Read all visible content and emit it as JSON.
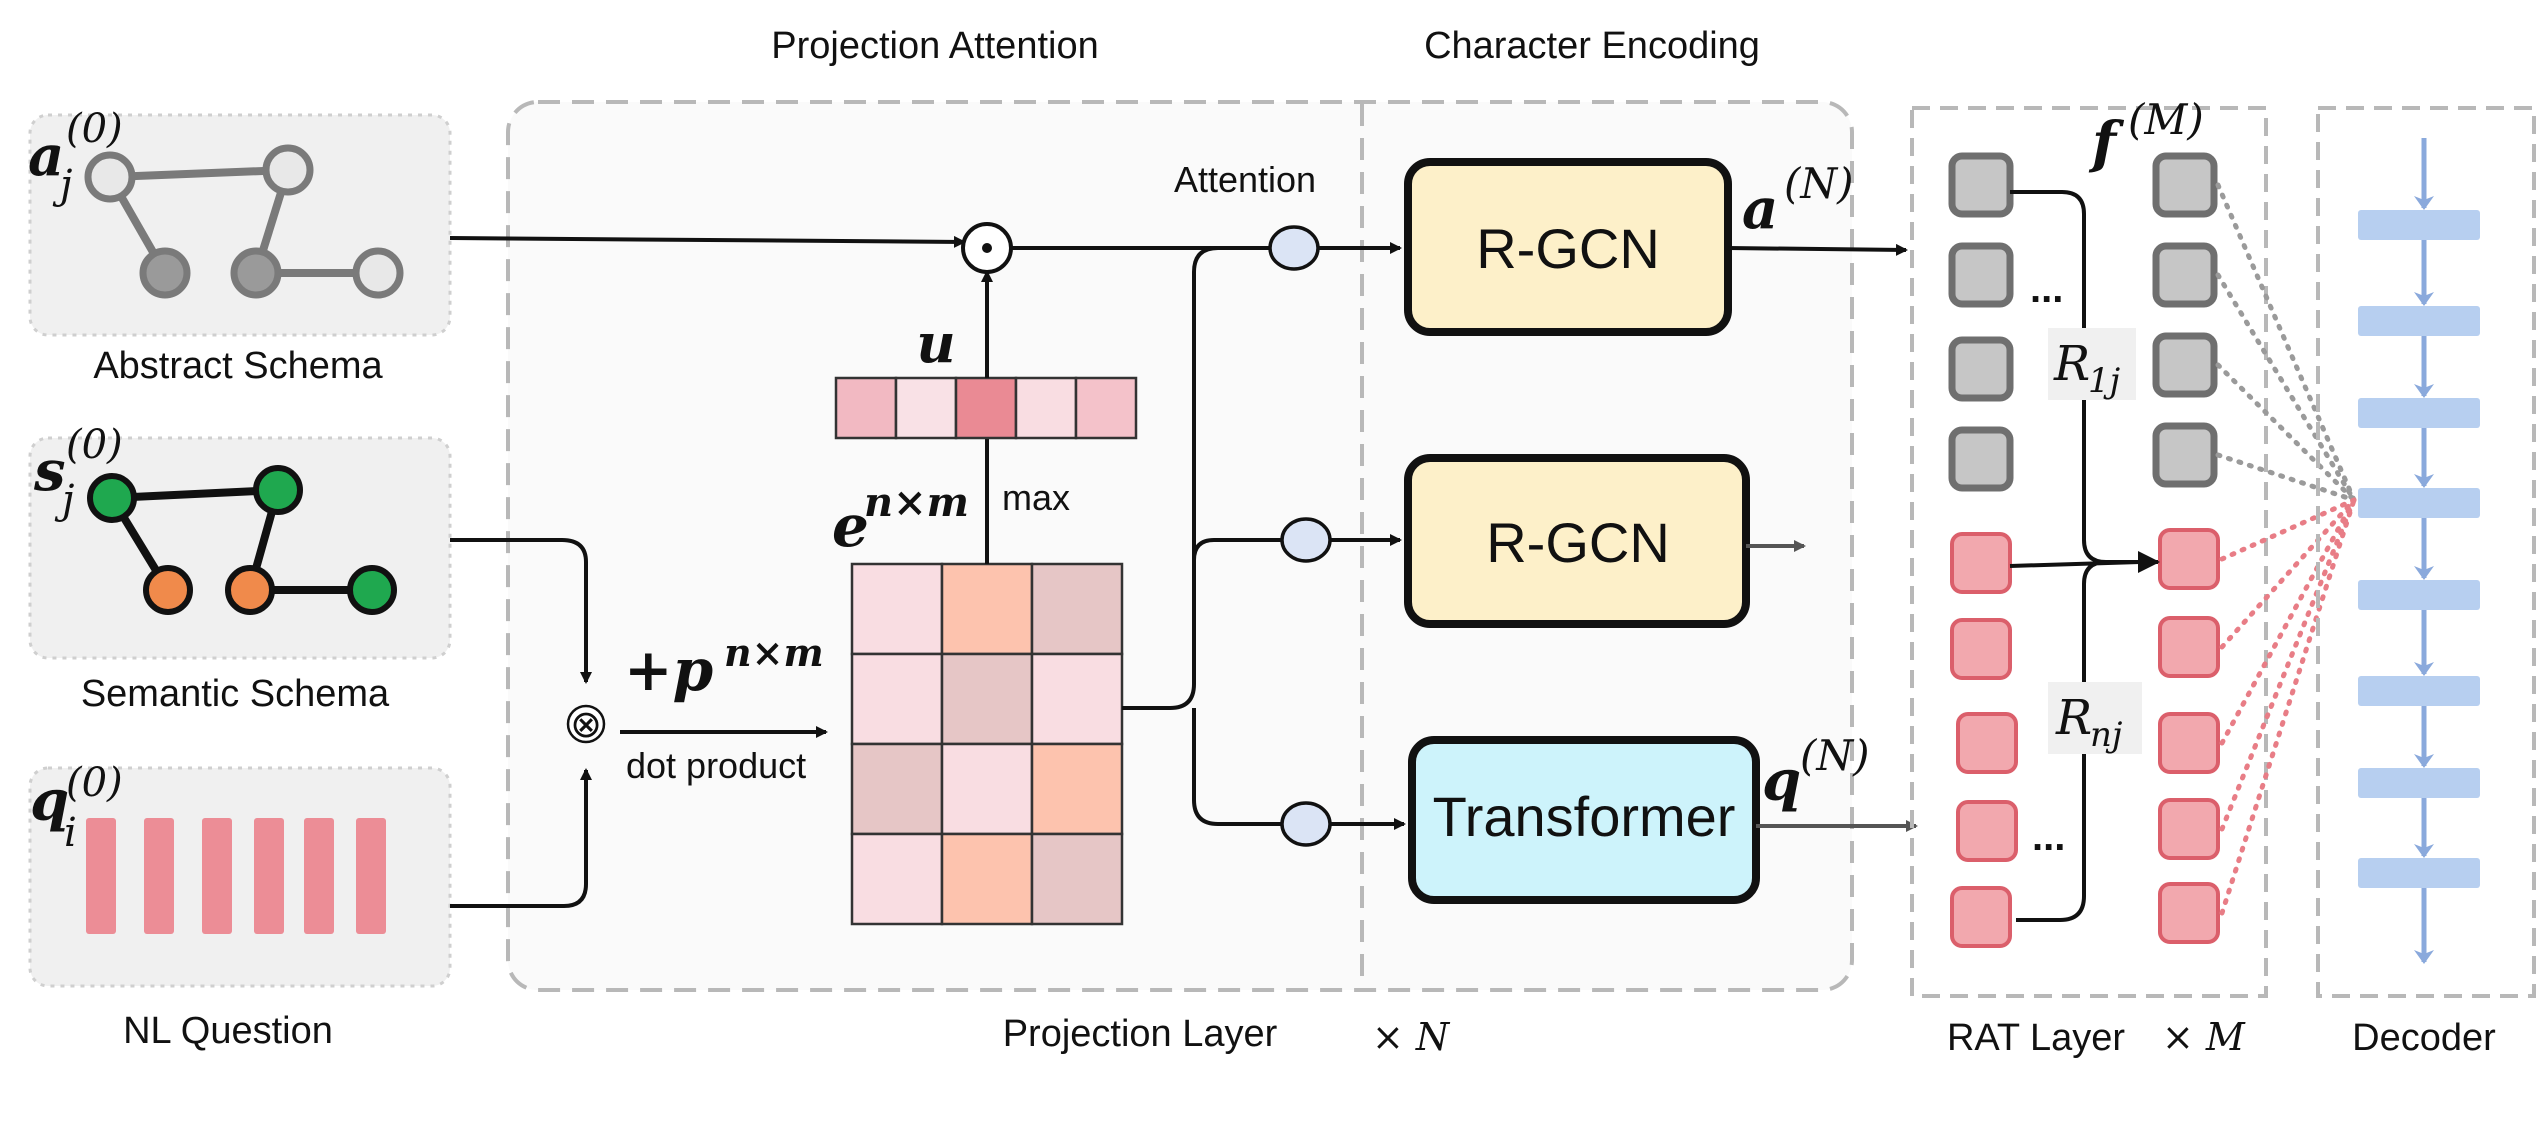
{
  "headers": {
    "projection_attention": "Projection Attention",
    "character_encoding": "Character Encoding"
  },
  "inputs": {
    "abstract": {
      "symbol": "a",
      "sub": "j",
      "sup": "(0)",
      "label": "Abstract Schema"
    },
    "semantic": {
      "symbol": "s",
      "sub": "j",
      "sup": "(0)",
      "label": "Semantic Schema"
    },
    "question": {
      "symbol": "q",
      "sub": "i",
      "sup": "(0)",
      "label": "NL Question"
    }
  },
  "projection": {
    "u_label": "u",
    "max_label": "max",
    "e_symbol": "e",
    "e_sup": "n×m",
    "p_symbol": "+p",
    "p_sup": "n×m",
    "dot_product": "dot product",
    "otimes": "⊗",
    "odot": "⊙",
    "attention": "Attention"
  },
  "encoders": {
    "rgcn_top": "R-GCN",
    "rgcn_mid": "R-GCN",
    "transformer": "Transformer",
    "a_out": "a",
    "a_out_sup": "(N)",
    "q_out": "q",
    "q_out_sup": "(N)"
  },
  "rat": {
    "f_symbol": "f",
    "f_sup": "(M)",
    "r1_main": "R",
    "r1_sub": "1j",
    "rn_main": "R",
    "rn_sub": "nj",
    "ellipsis": "..."
  },
  "bottom_labels": {
    "projection_layer": "Projection Layer",
    "times_n": "× N",
    "rat_layer": "RAT Layer",
    "times_m": "× M",
    "decoder": "Decoder"
  },
  "colors": {
    "gray_node": "#9a9a9a",
    "green_node": "#1fa84f",
    "orange_node": "#f08a4b",
    "pink_bar": "#ec8d96",
    "rgcn_fill": "#fdf0c9",
    "transformer_fill": "#cdf3fb",
    "decoder_blue": "#b7cff0",
    "attention_circle": "#dbe4f5"
  }
}
